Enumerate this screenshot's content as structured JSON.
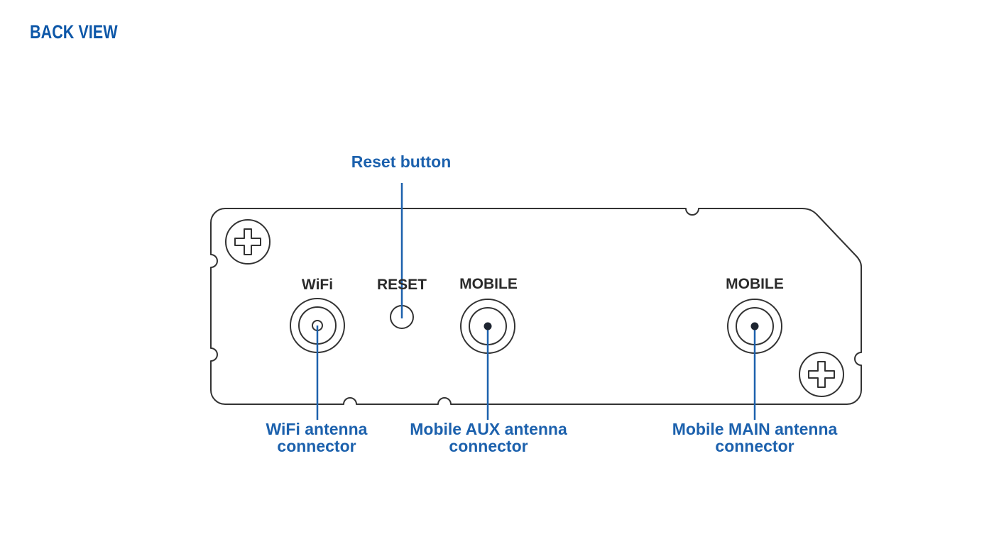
{
  "page": {
    "title": "BACK VIEW"
  },
  "panel_labels": {
    "wifi": "WiFi",
    "reset": "RESET",
    "mobile_aux": "MOBILE",
    "mobile_main": "MOBILE"
  },
  "callouts": {
    "reset_button": "Reset button",
    "wifi_connector": {
      "line1": "WiFi antenna",
      "line2": "connector"
    },
    "mobile_aux_connector": {
      "line1": "Mobile AUX antenna",
      "line2": "connector"
    },
    "mobile_main_connector": {
      "line1": "Mobile MAIN antenna",
      "line2": "connector"
    }
  },
  "colors": {
    "title_blue": "#0d57a8",
    "accent_blue": "#1c61ad",
    "outline_dark": "#333333",
    "background": "#ffffff"
  }
}
